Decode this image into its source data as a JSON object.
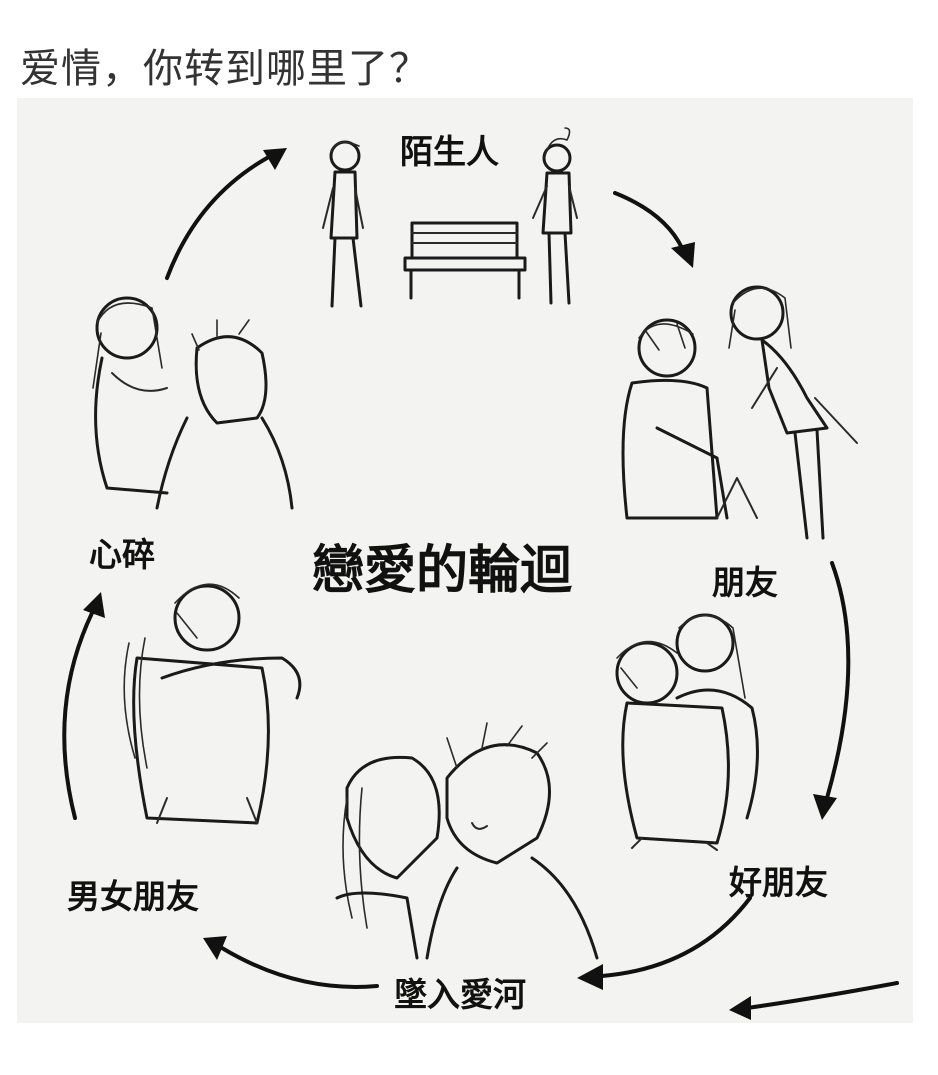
{
  "post": {
    "title": "爱情，你转到哪里了？"
  },
  "diagram": {
    "center_title": "戀愛的輪迴",
    "stages": [
      {
        "label": "陌生人"
      },
      {
        "label": "朋友"
      },
      {
        "label": "好朋友"
      },
      {
        "label": "墜入愛河"
      },
      {
        "label": "男女朋友"
      },
      {
        "label": "心碎"
      }
    ]
  },
  "colors": {
    "background": "#ffffff",
    "image_background": "#f3f4f1",
    "ink": "#111111",
    "title_text": "#333333"
  }
}
